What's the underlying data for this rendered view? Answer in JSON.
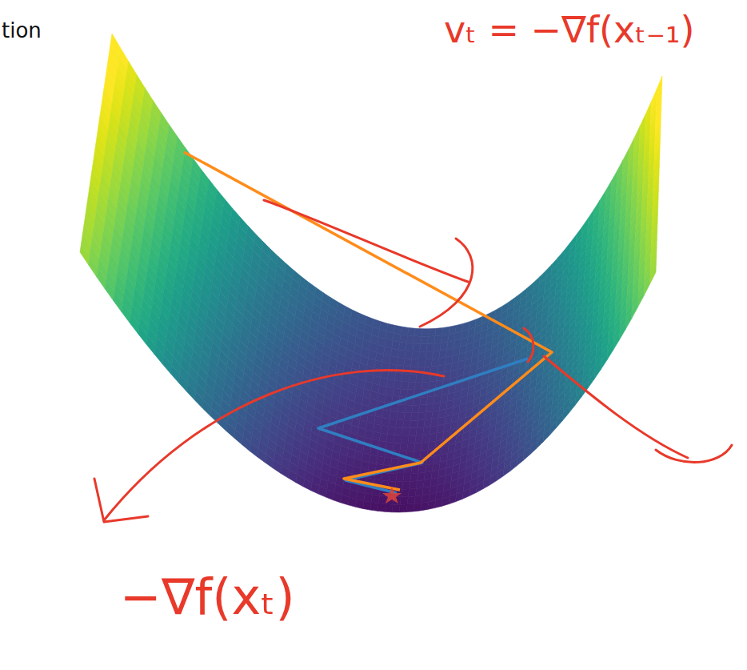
{
  "diagram": {
    "labels": [
      "tion",
      "vₜ = −∇f(xₜ₋₁)",
      "−∇f(xₜ)"
    ]
  }
}
